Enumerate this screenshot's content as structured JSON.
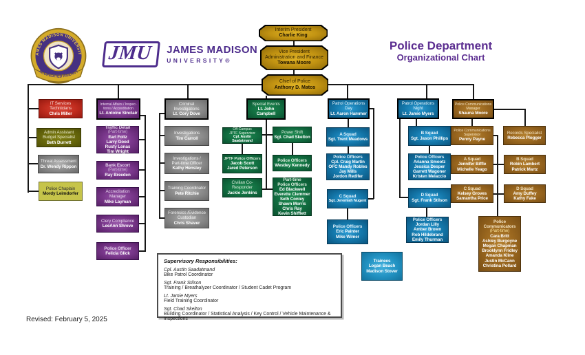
{
  "header": {
    "title_line1": "Police Department",
    "title_line2": "Organizational Chart",
    "seal": {
      "ring_text": "JAMES MADISON UNIVERSITY",
      "ribbon_text": "ACCREDITED AGENCY"
    },
    "wordmark": {
      "acronym": "JMU",
      "line1": "JAMES MADISON",
      "line2": "UNIVERSITY®"
    }
  },
  "colors": {
    "brand_purple": "#5b2d90",
    "gold": "#c29312",
    "purple": "#7d3a8f",
    "gray": "#8f8f8f",
    "green": "#137243",
    "blue": "#1478ab",
    "light_blue": "#2191c1",
    "brown": "#9a671f",
    "red": "#c22d1f",
    "olive": "#6a6a0c",
    "chartreuse": "#c6c44a"
  },
  "boxes": {
    "interim_president": {
      "title": "Interim President",
      "name": "Charlie King"
    },
    "vice_president": {
      "title": "Vice President\nAdministration and Finance",
      "name": "Towana Moore"
    },
    "chief": {
      "title": "Chief of Police",
      "name": "Anthony D. Matos"
    },
    "it_services": {
      "title": "IT Services\nTechnicians",
      "name": "Chris Miller"
    },
    "admin_assistant": {
      "title": "Admin Assistant\nBudget Specialist",
      "name": "Beth Durrett"
    },
    "threat_assessment": {
      "title": "Threat Assessment",
      "name": "Dr. Wendy Rippon"
    },
    "police_chaplain": {
      "title": "Police Chaplain",
      "name": "Mordy Leimdorfer"
    },
    "internal_affairs": {
      "title": "Internal Affairs / Inspec-\ntions / Accreditation",
      "name": "Lt. Antoine Sinclair"
    },
    "traffic_detail": {
      "title": "Traffic Detail",
      "sub": "(Part-time)",
      "name": "Earl Foltz\nLarry Good\nRusty Lonas\nTim Wright"
    },
    "bank_escort": {
      "title": "Bank Escort",
      "sub": "(Part-time)",
      "name": "Ray Breeden"
    },
    "accreditation_manager": {
      "title": "Accreditation\nManager",
      "name": "Mike Layman"
    },
    "clery_compliance": {
      "title": "Clery Compliance",
      "name": "LeeAnn Shreve"
    },
    "officer_glick": {
      "title": "Police Officer",
      "name": "Felicia Glick"
    },
    "criminal_investigations": {
      "title": "Criminal\nInvestigations",
      "name": "Lt. Cory Dove"
    },
    "investigations_carroll": {
      "title": "Investigations",
      "name": "Tim Carroll"
    },
    "investigations_hensley": {
      "title": "Investigations /\nPart-time Officer",
      "name": "Kathy Hensley"
    },
    "training_coordinator": {
      "title": "Training Coordinator",
      "name": "Pete Ritchie"
    },
    "forensics": {
      "title": "Forensics /Evidence\nCustodian",
      "name": "Chris Shaver"
    },
    "special_events": {
      "title": "Special Events",
      "name": "Lt. John Campbell"
    },
    "off_campus": {
      "title": "Off-Campus\nJPTF Supervisor",
      "name": "Cpl. Austin Saadatmand"
    },
    "jptf_officers": {
      "title": "JPTF Police Officers",
      "name": "Jacob Scott\nJared Peterson"
    },
    "civilian_coresponder": {
      "title": "Civilian Co-\nResponder",
      "name": "Jackie Jenkins"
    },
    "power_shift": {
      "title": "Power Shift",
      "name": "Sgt. Chad Skelton"
    },
    "officers_kennedy": {
      "title": "Police Officers",
      "name": "Westley Kennedy"
    },
    "part_time_officers": {
      "title": "Part-time\nPolice Officers",
      "name": "Ed Blackwell\nEverette Clemmer\nSeth Conley\nShawn Morris\nChris Ray\nKevin Shifflett"
    },
    "patrol_day": {
      "title": "Patrol Operations\nDay",
      "name": "Lt. Aaron Hammer"
    },
    "a_squad": {
      "title": "A Squad",
      "name": "Sgt. Trent Meadows"
    },
    "officers_a": {
      "title": "Police Officers",
      "name": "Cpl. Craig Martin\nOFC Mandy Robles\nJay Mills\nJordon Redifer"
    },
    "c_squad": {
      "title": "C Squad",
      "name": "Sgt. Jeremiah Nugent"
    },
    "officers_c": {
      "title": "Police Officers",
      "name": "Eric Painter\nMike Wimer"
    },
    "trainees": {
      "title": "Trainees",
      "name": "Logan Beach\nMadison Stover"
    },
    "patrol_night": {
      "title": "Patrol Operations\nNight",
      "name": "Lt. Jamie Myers"
    },
    "b_squad": {
      "title": "B Squad",
      "name": "Sgt. Jason Phillips"
    },
    "officers_b": {
      "title": "Police Officers",
      "name": "Arianna Smootz\nJessica Desper\nGarrett Wagoner\nKristen Melaccio"
    },
    "d_squad": {
      "title": "D Squad",
      "name": "Sgt. Frank Stilson"
    },
    "officers_d": {
      "title": "Police Officers",
      "name": "Jordan Lilly\nAmber Brown\nRob Hildebrand\nEmily Thurman"
    },
    "comms_manager": {
      "title": "Police Communications\nManager",
      "name": "Shauna Moore"
    },
    "comms_supervisor": {
      "title": "Police Communications\nSupervisor",
      "name": "Penny Payne"
    },
    "records_specialist": {
      "title": "Records Specialist",
      "name": "Rebecca Plogger"
    },
    "comms_a": {
      "title": "A Squad",
      "name": "Jennifer Biffle\nMichelle Yeago"
    },
    "comms_b": {
      "title": "B Squad",
      "name": "Robin Lambert\nPatrick Martz"
    },
    "comms_c": {
      "title": "C Squad",
      "name": "Kelsey Groves\nSamantha Price"
    },
    "comms_d": {
      "title": "D Squad",
      "name": "Amy Duffey\nKathy Fake"
    },
    "communicators": {
      "title": "Police\nCommunicators",
      "sub": "(Part-time)",
      "name": "Cara Britt\nAshley Burgoyne\nMegan Chapman\nBrooklynn Fridley\nAmanda Kline\nJustin McCann\nChristina Pollard"
    }
  },
  "supervisory": {
    "heading": "Supervisory Responsibilities:",
    "entries": [
      {
        "name": "Cpl. Austin Saadatmand",
        "role": "Bike Patrol Coordinator"
      },
      {
        "name": "Sgt. Frank Stilson",
        "role": "Training / Breathalyzer Coordinator / Student Cadet Program"
      },
      {
        "name": "Lt. Jamie Myers",
        "role": "Field Training Coordinator"
      },
      {
        "name": "Sgt. Chad Skelton",
        "role": "Building Coordinator / Statistical Analysis / Key Control / Vehicle Maintenance & Inspections"
      }
    ]
  },
  "footer": {
    "revised": "Revised: February 5, 2025"
  }
}
